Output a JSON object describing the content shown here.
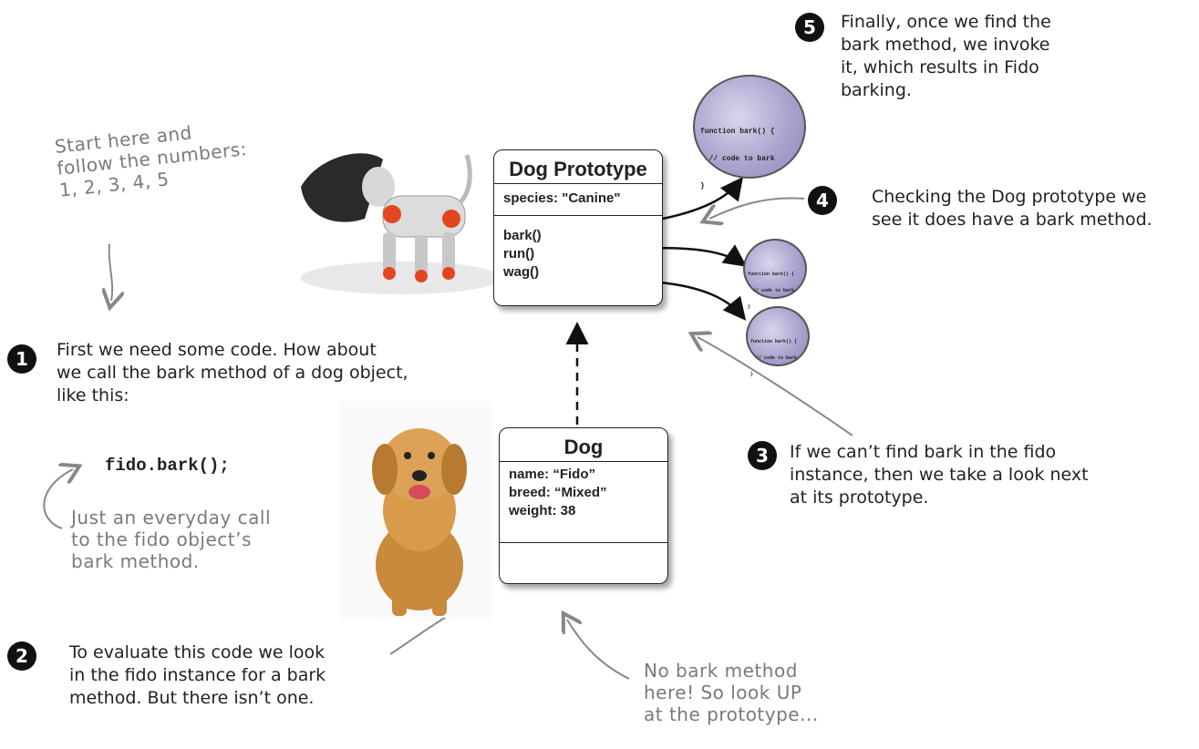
{
  "start_note": [
    "Start here and",
    "follow the numbers:",
    "1, 2, 3, 4, 5"
  ],
  "steps": [
    {
      "number": "1",
      "lines": [
        "First we need some code. How about",
        "we call the bark method of a dog object,",
        "like this:"
      ]
    },
    {
      "number": "2",
      "lines": [
        "To evaluate this code we look",
        "in the fido instance for a bark",
        "method. But there isn’t one."
      ]
    },
    {
      "number": "3",
      "lines": [
        "If we can’t find bark in the fido",
        "instance, then we take a look next",
        "at its prototype."
      ]
    },
    {
      "number": "4",
      "lines": [
        "Checking the Dog prototype we",
        "see it does have a bark method."
      ]
    },
    {
      "number": "5",
      "lines": [
        "Finally, once we find the",
        "bark method, we invoke",
        "it, which results in Fido",
        "barking."
      ]
    }
  ],
  "code_line": "fido.bark();",
  "code_note": [
    "Just an everyday call",
    "to the fido object’s",
    "bark method."
  ],
  "instance_note": [
    "No bark method",
    "here! So look UP",
    "at the prototype..."
  ],
  "prototype_box": {
    "title": "Dog Prototype",
    "property": "species: \"Canine\"",
    "methods": [
      "bark()",
      "run()",
      "wag()"
    ]
  },
  "instance_box": {
    "title": "Dog",
    "properties": [
      "name: “Fido”",
      "breed: “Mixed”",
      "weight: 38"
    ]
  },
  "function_blob": [
    "function bark() {",
    "  // code to bark",
    "}"
  ],
  "colors": {
    "blob_fill": "#aaa5cf",
    "arrow_gray": "#888888",
    "number_badge": "#111111"
  }
}
